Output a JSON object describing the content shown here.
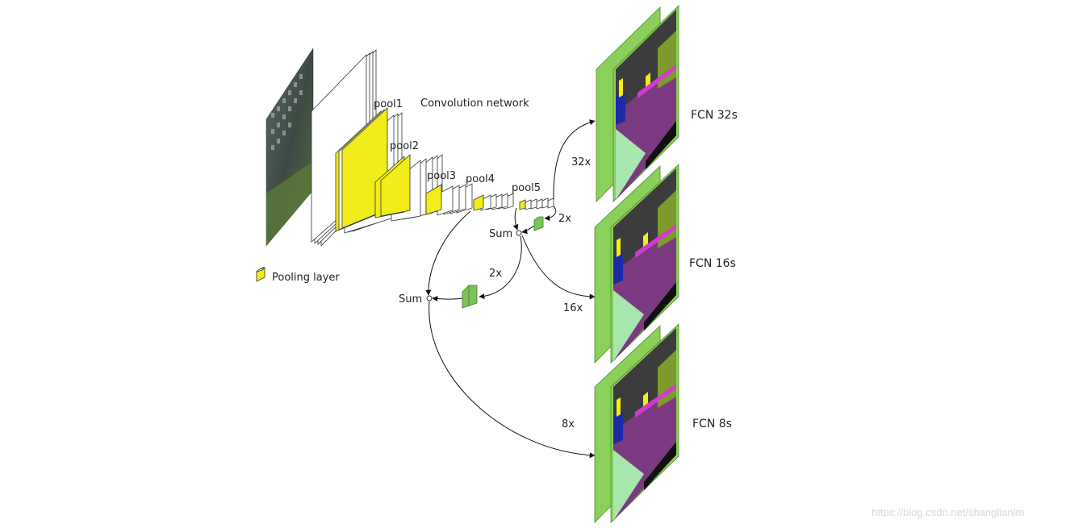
{
  "title": "Convolution network",
  "pool_labels": [
    "pool1",
    "pool2",
    "pool3",
    "pool4",
    "pool5"
  ],
  "legend": {
    "label": "Pooling layer"
  },
  "sum_labels": [
    "Sum",
    "Sum"
  ],
  "upsample_labels": {
    "pool5_2x": "2x",
    "sum_2x": "2x"
  },
  "output_upsample": {
    "fcn32": "32x",
    "fcn16": "16x",
    "fcn8": "8x"
  },
  "outputs": [
    "FCN 32s",
    "FCN 16s",
    "FCN 8s"
  ],
  "watermark": "https://blog.csdn.net/shanglianlm",
  "colors": {
    "pool_yellow": "#f2ec1a",
    "upsample_green": "#7bc25a",
    "frame_green": "#8bd05a",
    "road_purple": "#7b3a80",
    "sky_gray": "#3c3c3c",
    "sidewalk_pink": "#d23ad0",
    "car_blue": "#1d2aa8",
    "tree_olive": "#7f9a2c",
    "grass_mint": "#a8e6b0"
  }
}
